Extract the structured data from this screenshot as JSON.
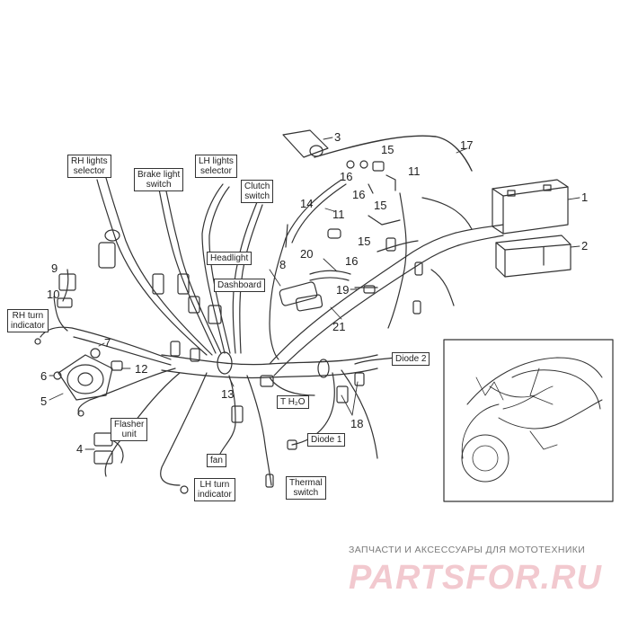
{
  "labels": {
    "rh_lights_selector": "RH lights\nselector",
    "brake_light_switch": "Brake light\nswitch",
    "lh_lights_selector": "LH lights\nselector",
    "clutch_switch": "Clutch\nswitch",
    "headlight": "Headlight",
    "dashboard": "Dashboard",
    "rh_turn_indicator": "RH turn\nindicator",
    "flasher_unit": "Flasher\nunit",
    "fan": "fan",
    "lh_turn_indicator": "LH turn\nindicator",
    "thermal_switch": "Thermal\nswitch",
    "t_h2o": "T H₂O",
    "diode_1": "Diode 1",
    "diode_2": "Diode 2"
  },
  "callouts": [
    "1",
    "2",
    "3",
    "4",
    "5",
    "6",
    "7",
    "8",
    "9",
    "10",
    "11",
    "11",
    "12",
    "13",
    "14",
    "15",
    "15",
    "15",
    "16",
    "16",
    "16",
    "17",
    "18",
    "19",
    "20",
    "21"
  ],
  "watermark": {
    "subtitle": "ЗАПЧАСТИ И АКСЕССУАРЫ ДЛЯ МОТОТЕХНИКИ",
    "logo": "PARTSFOR.RU"
  },
  "colors": {
    "line": "#333333",
    "watermark": "#f2c9cf"
  }
}
